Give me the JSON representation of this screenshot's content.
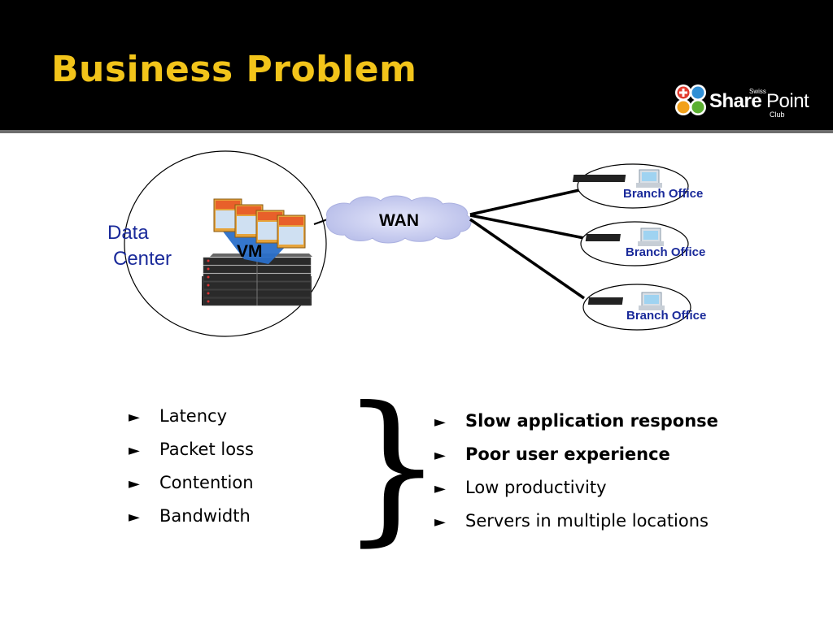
{
  "slide": {
    "title": "Business Problem"
  },
  "logo": {
    "swiss": "Swiss",
    "share": "Share",
    "point": "Point",
    "club": "Club"
  },
  "diagram": {
    "data_center_line1": "Data",
    "data_center_line2": "Center",
    "vm_label": "VM",
    "wan_label": "WAN",
    "branches": [
      "Branch Office",
      "Branch Office",
      "Branch Office"
    ]
  },
  "causes": [
    "Latency",
    "Packet loss",
    "Contention",
    "Bandwidth"
  ],
  "effects": [
    {
      "text": "Slow application response",
      "bold": true
    },
    {
      "text": "Poor user experience",
      "bold": true
    },
    {
      "text": "Low productivity",
      "bold": false
    },
    {
      "text": "Servers in multiple locations",
      "bold": false
    }
  ],
  "bullet_glyph": "►",
  "colors": {
    "title": "#f2c41a",
    "label_blue": "#1a2a9a",
    "cloud": "#c4c8ee"
  }
}
